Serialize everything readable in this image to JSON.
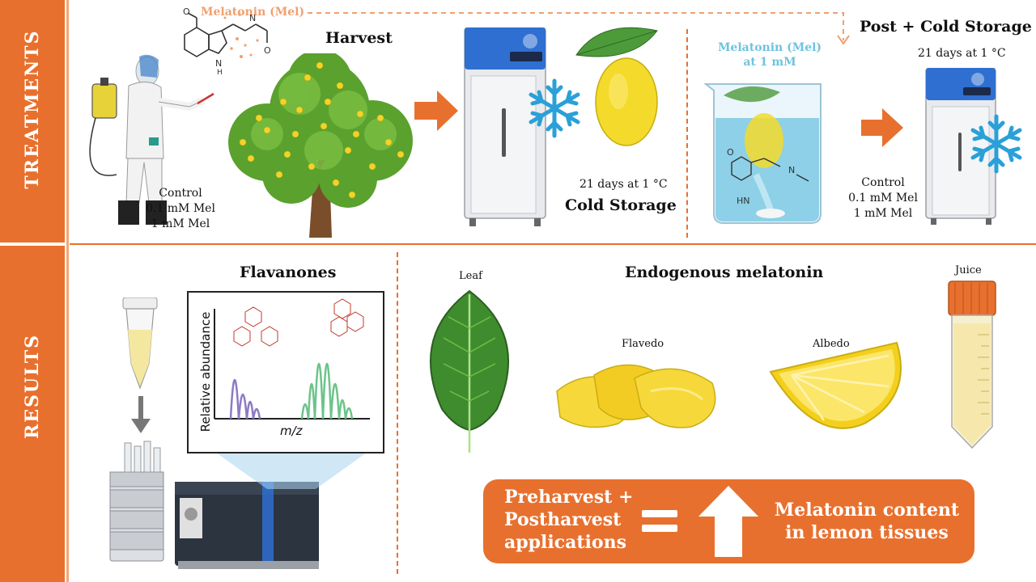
{
  "sidebar": {
    "treatments_label": "TREATMENTS",
    "results_label": "RESULTS"
  },
  "treatments": {
    "melatonin_top_label": "Melatonin (Mel)",
    "harvest_title": "Harvest",
    "spray_doses": [
      "Control",
      "0.1 mM Mel",
      "1 mM Mel"
    ],
    "cold_storage_days": "21 days at 1 °C",
    "cold_storage_title": "Cold Storage",
    "dip_label_line1": "Melatonin (Mel)",
    "dip_label_line2": "at 1 mM",
    "post_title": "Post + Cold Storage",
    "post_days": "21 days at 1 °C",
    "post_doses": [
      "Control",
      "0.1 mM Mel",
      "1 mM Mel"
    ]
  },
  "results": {
    "flavanones_title": "Flavanones",
    "ms_ylabel": "Relative abundance",
    "ms_xlabel": "m/z",
    "endogenous_title": "Endogenous melatonin",
    "tissues": {
      "leaf": "Leaf",
      "flavedo": "Flavedo",
      "albedo": "Albedo",
      "juice": "Juice"
    },
    "callout": {
      "left_lines": [
        "Preharvest +",
        "Postharvest",
        "applications"
      ],
      "right_lines": [
        "Melatonin content",
        "in lemon tissues"
      ]
    }
  },
  "colors": {
    "accent_orange": "#e8702e",
    "melatonin_blue": "#6ec3e0",
    "peak_purple": "#8f7ac4",
    "peak_green": "#6cc48a"
  }
}
